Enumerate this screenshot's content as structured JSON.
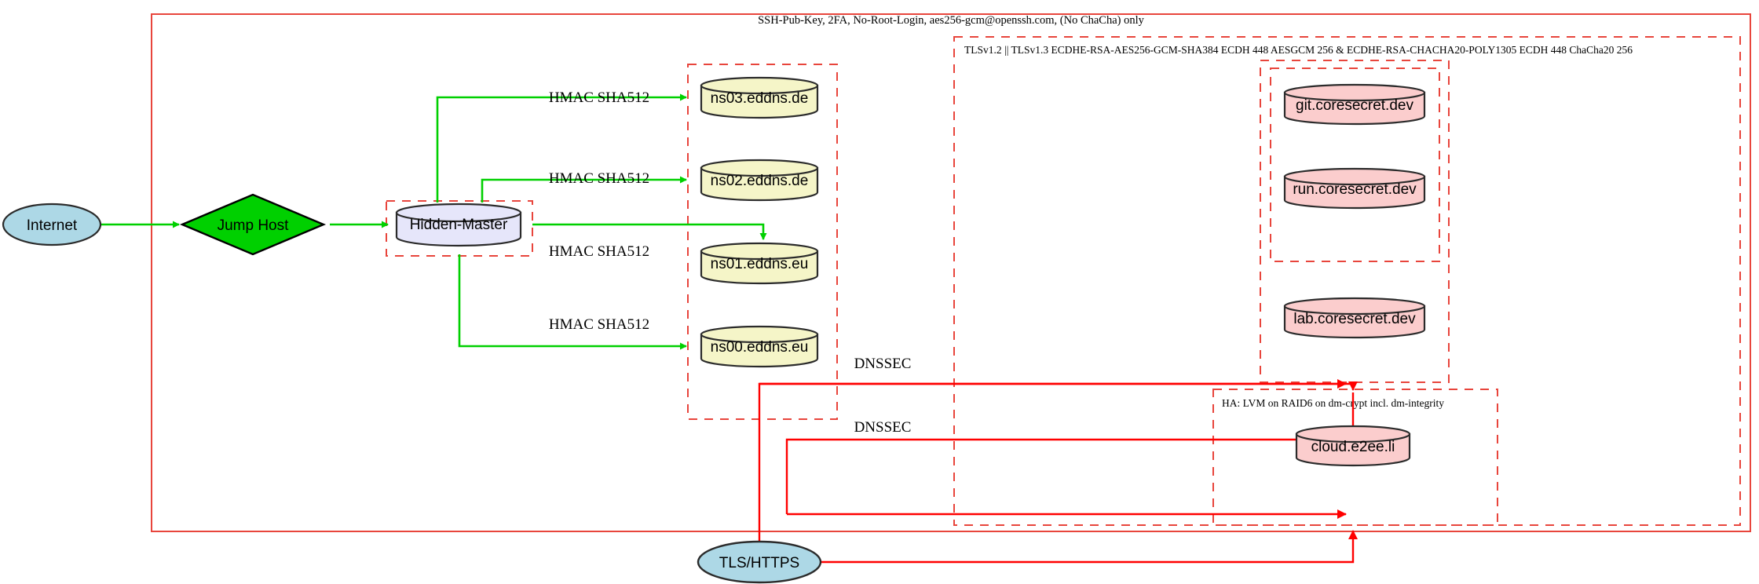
{
  "diagram": {
    "type": "network-architecture",
    "title_banner": "SSH-Pub-Key, 2FA, No-Root-Login, aes256-gcm@openssh.com, (No ChaCha) only",
    "clusters": [
      {
        "id": "ssh-outer",
        "label": "SSH-Pub-Key, 2FA, No-Root-Login, aes256-gcm@openssh.com, (No ChaCha) only",
        "border": "#e8453c",
        "style": "solid"
      },
      {
        "id": "tls-cluster",
        "label": "TLSv1.2 || TLSv1.3 ECDHE-RSA-AES256-GCM-SHA384 ECDH 448 AESGCM 256 & ECDHE-RSA-CHACHA20-POLY1305 ECDH 448 ChaCha20 256",
        "border": "#e8453c",
        "style": "dashed"
      },
      {
        "id": "ha-cluster",
        "label": "HA: LVM on RAID6 on dm-crypt incl. dm-integrity",
        "border": "#e8453c",
        "style": "dashed"
      },
      {
        "id": "hidden-master-box",
        "label": "",
        "border": "#e8453c",
        "style": "dashed"
      },
      {
        "id": "ns-box",
        "label": "",
        "border": "#e8453c",
        "style": "dashed"
      },
      {
        "id": "coresecret-box",
        "label": "",
        "border": "#e8453c",
        "style": "dashed"
      },
      {
        "id": "gitrun-box",
        "label": "",
        "border": "#e8453c",
        "style": "dashed"
      },
      {
        "id": "cloud-box",
        "label": "",
        "border": "#e8453c",
        "style": "dashed"
      }
    ],
    "nodes": [
      {
        "id": "internet",
        "label": "Internet",
        "shape": "ellipse",
        "fill": "#add8e6"
      },
      {
        "id": "jumphost",
        "label": "Jump Host",
        "shape": "diamond",
        "fill": "#00d000"
      },
      {
        "id": "hiddenmaster",
        "label": "Hidden-Master",
        "shape": "cylinder",
        "fill": "#e6e6fa"
      },
      {
        "id": "ns03",
        "label": "ns03.eddns.de",
        "shape": "cylinder",
        "fill": "#f5f5c8"
      },
      {
        "id": "ns02",
        "label": "ns02.eddns.de",
        "shape": "cylinder",
        "fill": "#f5f5c8"
      },
      {
        "id": "ns01",
        "label": "ns01.eddns.eu",
        "shape": "cylinder",
        "fill": "#f5f5c8"
      },
      {
        "id": "ns00",
        "label": "ns00.eddns.eu",
        "shape": "cylinder",
        "fill": "#f5f5c8"
      },
      {
        "id": "git",
        "label": "git.coresecret.dev",
        "shape": "cylinder",
        "fill": "#fbcdcd"
      },
      {
        "id": "run",
        "label": "run.coresecret.dev",
        "shape": "cylinder",
        "fill": "#fbcdcd"
      },
      {
        "id": "lab",
        "label": "lab.coresecret.dev",
        "shape": "cylinder",
        "fill": "#fbcdcd"
      },
      {
        "id": "cloud",
        "label": "cloud.e2ee.li",
        "shape": "cylinder",
        "fill": "#fbcdcd"
      },
      {
        "id": "tlshttps",
        "label": "TLS/HTTPS",
        "shape": "ellipse",
        "fill": "#add8e6"
      }
    ],
    "edge_labels": {
      "hmac_ns03": "HMAC SHA512",
      "hmac_ns02": "HMAC SHA512",
      "hmac_ns01": "HMAC SHA512",
      "hmac_ns00": "HMAC SHA512",
      "dnssec_upper": "DNSSEC",
      "dnssec_lower": "DNSSEC"
    },
    "edges": [
      {
        "from": "internet",
        "to": "jumphost",
        "label": "",
        "color": "#00d000"
      },
      {
        "from": "jumphost",
        "to": "hiddenmaster",
        "label": "",
        "color": "#00d000"
      },
      {
        "from": "hiddenmaster",
        "to": "ns03",
        "label": "HMAC SHA512",
        "color": "#00d000"
      },
      {
        "from": "hiddenmaster",
        "to": "ns02",
        "label": "HMAC SHA512",
        "color": "#00d000"
      },
      {
        "from": "hiddenmaster",
        "to": "ns01",
        "label": "HMAC SHA512",
        "color": "#00d000"
      },
      {
        "from": "hiddenmaster",
        "to": "ns00",
        "label": "HMAC SHA512",
        "color": "#00d000"
      },
      {
        "from": "tlshttps",
        "to": "coresecret-box",
        "label": "DNSSEC",
        "color": "#ff0000"
      },
      {
        "from": "tlshttps",
        "to": "cloud-box",
        "label": "DNSSEC",
        "color": "#ff0000"
      }
    ],
    "colors": {
      "edge_green": "#00d000",
      "edge_red": "#ff0000",
      "cluster_border": "#e8453c",
      "node_stroke": "#2b2b2b",
      "ellipse_fill": "#add8e6",
      "diamond_fill": "#00d000",
      "master_fill": "#e6e6fa",
      "ns_fill": "#f5f5c8",
      "service_fill": "#fbcdcd"
    }
  }
}
